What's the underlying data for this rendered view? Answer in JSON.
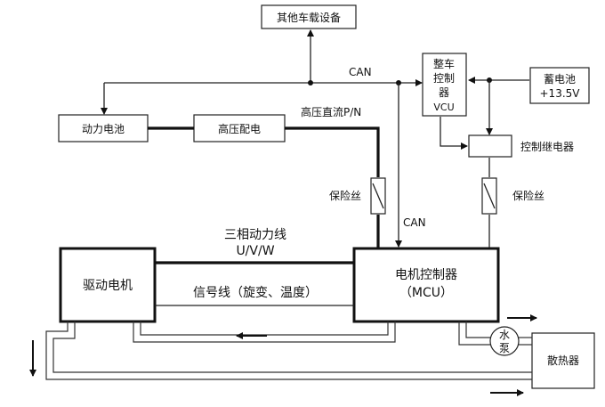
{
  "nodes": {
    "other_devices": "其他车载设备",
    "power_battery": "动力电池",
    "hv_distribution": "高压配电",
    "vcu_line1": "整车",
    "vcu_line2": "控制",
    "vcu_line3": "器",
    "vcu_line4": "VCU",
    "aux_battery_line1": "蓄电池",
    "aux_battery_line2": "+13.5V",
    "relay": "控制继电器",
    "fuse_left": "保险丝",
    "fuse_right": "保险丝",
    "motor": "驱动电机",
    "mcu_line1": "电机控制器",
    "mcu_line2": "（MCU）",
    "pump_line1": "水",
    "pump_line2": "泵",
    "radiator": "散热器"
  },
  "labels": {
    "can_top": "CAN",
    "hv_dc": "高压直流P/N",
    "can_vertical": "CAN",
    "three_phase_line1": "三相动力线",
    "three_phase_line2": "U/V/W",
    "signal_line": "信号线（旋变、温度）"
  }
}
